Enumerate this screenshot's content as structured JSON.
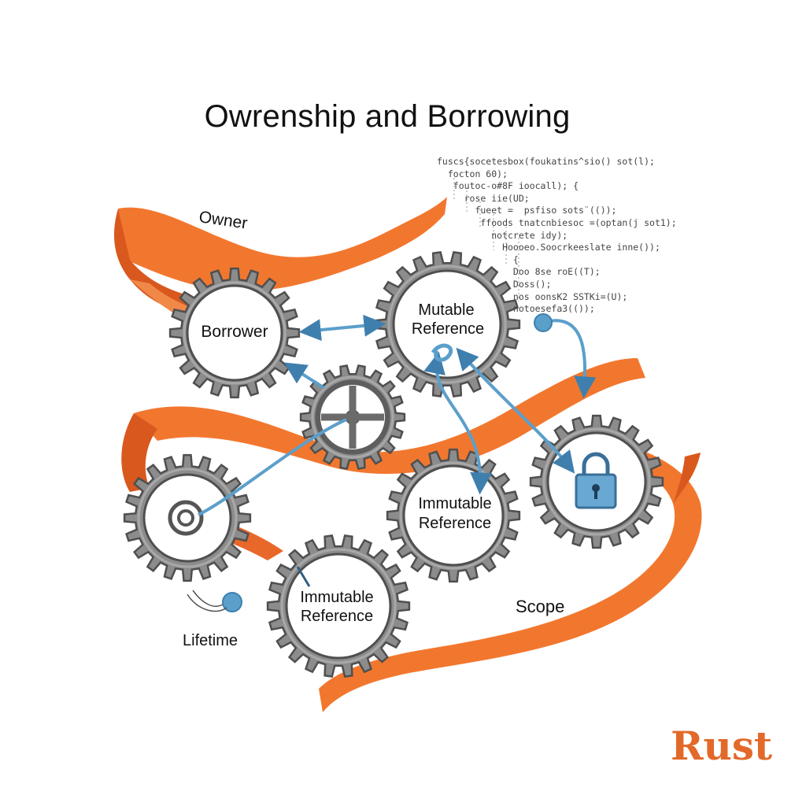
{
  "title": "Owrenship and Borrowing",
  "ribbon_labels": {
    "owner": "Owner",
    "scope": "Scope"
  },
  "gears": {
    "borrower": "Borrower",
    "mutable_reference": [
      "Mutable",
      "Reference"
    ],
    "immutable_reference_right": [
      "Immutable",
      "Reference"
    ],
    "immutable_reference_bottom": [
      "Immutable",
      "Reference"
    ]
  },
  "lifetime_label": "Lifetime",
  "brand": "Rust",
  "code_lines": [
    "fuscs{socetesbox(foukatins^sio() sot(l);",
    "  focton 60);",
    "   foutoc-o#8F ioocall); {",
    "     rose iie(UD;",
    "       fueet =  psfiso sots¨(());",
    "        ffoods tnatcnbiesoc =(optan(j sot1);",
    "          notcrete idy);",
    "            Hoooeo.Soocrkeeslate inne());",
    "              {",
    "              Doo 8se roE((T);",
    "              Doss();",
    "              nos oonsK2 SSTKi=(U);",
    "              notoesefa3(());"
  ],
  "colors": {
    "ribbon": "#F2772E",
    "ribbon_dark": "#D9581E",
    "gear": "#8C8C8C",
    "gear_dark": "#5E5E5E",
    "arrow": "#5B9FCB",
    "lock": "#6AA8D4",
    "brand": "#E2692A"
  }
}
